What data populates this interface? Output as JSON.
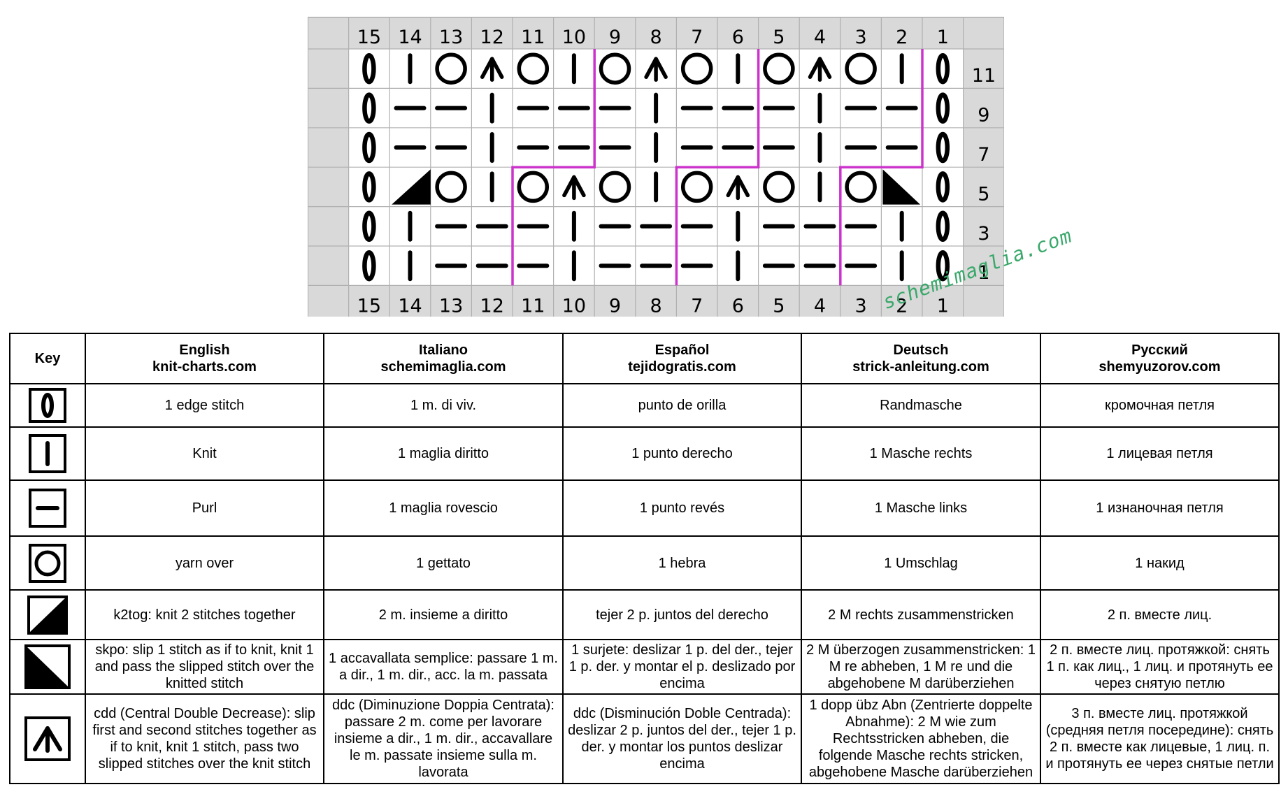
{
  "chart": {
    "column_numbers": [
      "15",
      "14",
      "13",
      "12",
      "11",
      "10",
      "9",
      "8",
      "7",
      "6",
      "5",
      "4",
      "3",
      "2",
      "1"
    ],
    "row_numbers": [
      "11",
      "9",
      "7",
      "5",
      "3",
      "1"
    ],
    "grid": [
      [
        "edge",
        "knit",
        "yo",
        "cdd",
        "yo",
        "knit",
        "yo",
        "cdd",
        "yo",
        "knit",
        "yo",
        "cdd",
        "yo",
        "knit",
        "edge"
      ],
      [
        "edge",
        "purl",
        "purl",
        "knit",
        "purl",
        "purl",
        "purl",
        "knit",
        "purl",
        "purl",
        "purl",
        "knit",
        "purl",
        "purl",
        "edge"
      ],
      [
        "edge",
        "purl",
        "purl",
        "knit",
        "purl",
        "purl",
        "purl",
        "knit",
        "purl",
        "purl",
        "purl",
        "knit",
        "purl",
        "purl",
        "edge"
      ],
      [
        "edge",
        "k2tog",
        "yo",
        "knit",
        "yo",
        "cdd",
        "yo",
        "knit",
        "yo",
        "cdd",
        "yo",
        "knit",
        "yo",
        "skpo",
        "edge"
      ],
      [
        "edge",
        "knit",
        "purl",
        "purl",
        "purl",
        "knit",
        "purl",
        "purl",
        "purl",
        "knit",
        "purl",
        "purl",
        "purl",
        "knit",
        "edge"
      ],
      [
        "edge",
        "knit",
        "purl",
        "purl",
        "purl",
        "knit",
        "purl",
        "purl",
        "purl",
        "knit",
        "purl",
        "purl",
        "purl",
        "knit",
        "edge"
      ]
    ],
    "repeat_line_color": "#cc33cc",
    "header_color": "#d9d9d9",
    "grid_line_color": "#b0b0b0"
  },
  "watermark": "schemimaglia.com",
  "key": {
    "header_key": "Key",
    "languages": [
      {
        "name": "English",
        "site": "knit-charts.com"
      },
      {
        "name": "Italiano",
        "site": "schemimaglia.com"
      },
      {
        "name": "Español",
        "site": "tejidogratis.com"
      },
      {
        "name": "Deutsch",
        "site": "strick-anleitung.com"
      },
      {
        "name": "Русский",
        "site": "shemyuzorov.com"
      }
    ],
    "rows": [
      {
        "symbol": "edge-stitch-icon",
        "cells": [
          "1 edge stitch",
          "1 m. di viv.",
          "punto de orilla",
          "Randmasche",
          "кромочная петля"
        ]
      },
      {
        "symbol": "knit-icon",
        "cells": [
          "Knit",
          "1 maglia diritto",
          "1 punto derecho",
          "1 Masche rechts",
          "1 лицевая петля"
        ]
      },
      {
        "symbol": "purl-icon",
        "cells": [
          "Purl",
          "1 maglia rovescio",
          "1 punto revés",
          "1 Masche links",
          "1 изнаночная петля"
        ]
      },
      {
        "symbol": "yarn-over-icon",
        "cells": [
          "yarn over",
          "1 gettato",
          "1 hebra",
          "1 Umschlag",
          "1 накид"
        ]
      },
      {
        "symbol": "k2tog-icon",
        "cells": [
          "k2tog: knit 2 stitches together",
          "2 m. insieme a diritto",
          "tejer 2 p. juntos del derecho",
          "2 M rechts zusammenstricken",
          "2 п. вместе лиц."
        ]
      },
      {
        "symbol": "skpo-icon",
        "cells": [
          "skpo: slip 1 stitch as if to knit, knit 1 and pass the slipped stitch over the knitted stitch",
          "1 accavallata semplice: passare 1 m. a dir., 1 m. dir., acc. la m. passata",
          "1 surjete: deslizar 1 p. del der., tejer 1 p. der. y montar el p. deslizado por encima",
          "2 M überzogen zusammenstricken: 1 M re abheben, 1 M re und die abgehobene M darüberziehen",
          "2 п. вместе лиц. протяжкой: снять 1 п. как лиц., 1 лиц. и протянуть ее через снятую петлю"
        ]
      },
      {
        "symbol": "cdd-icon",
        "cells": [
          "cdd (Central Double Decrease): slip first and second stitches together as if to knit, knit 1 stitch, pass two slipped stitches over the knit stitch",
          "ddc (Diminuzione Doppia Centrata): passare 2 m. come per lavorare insieme a dir., 1 m. dir., accavallare le m. passate insieme sulla m. lavorata",
          "ddc (Disminución Doble Centrada): deslizar 2 p. juntos del der., tejer 1 p. der. y montar los puntos deslizar encima",
          "1 dopp übz Abn (Zentrierte doppelte Abnahme): 2 M wie zum Rechtsstricken abheben, die folgende Masche rechts stricken, abgehobene Masche darüberziehen",
          "3 п. вместе лиц. протяжкой (средняя петля посередине): снять 2 п. вместе как лицевые, 1 лиц. п. и протянуть ее через снятые петли"
        ]
      }
    ]
  }
}
